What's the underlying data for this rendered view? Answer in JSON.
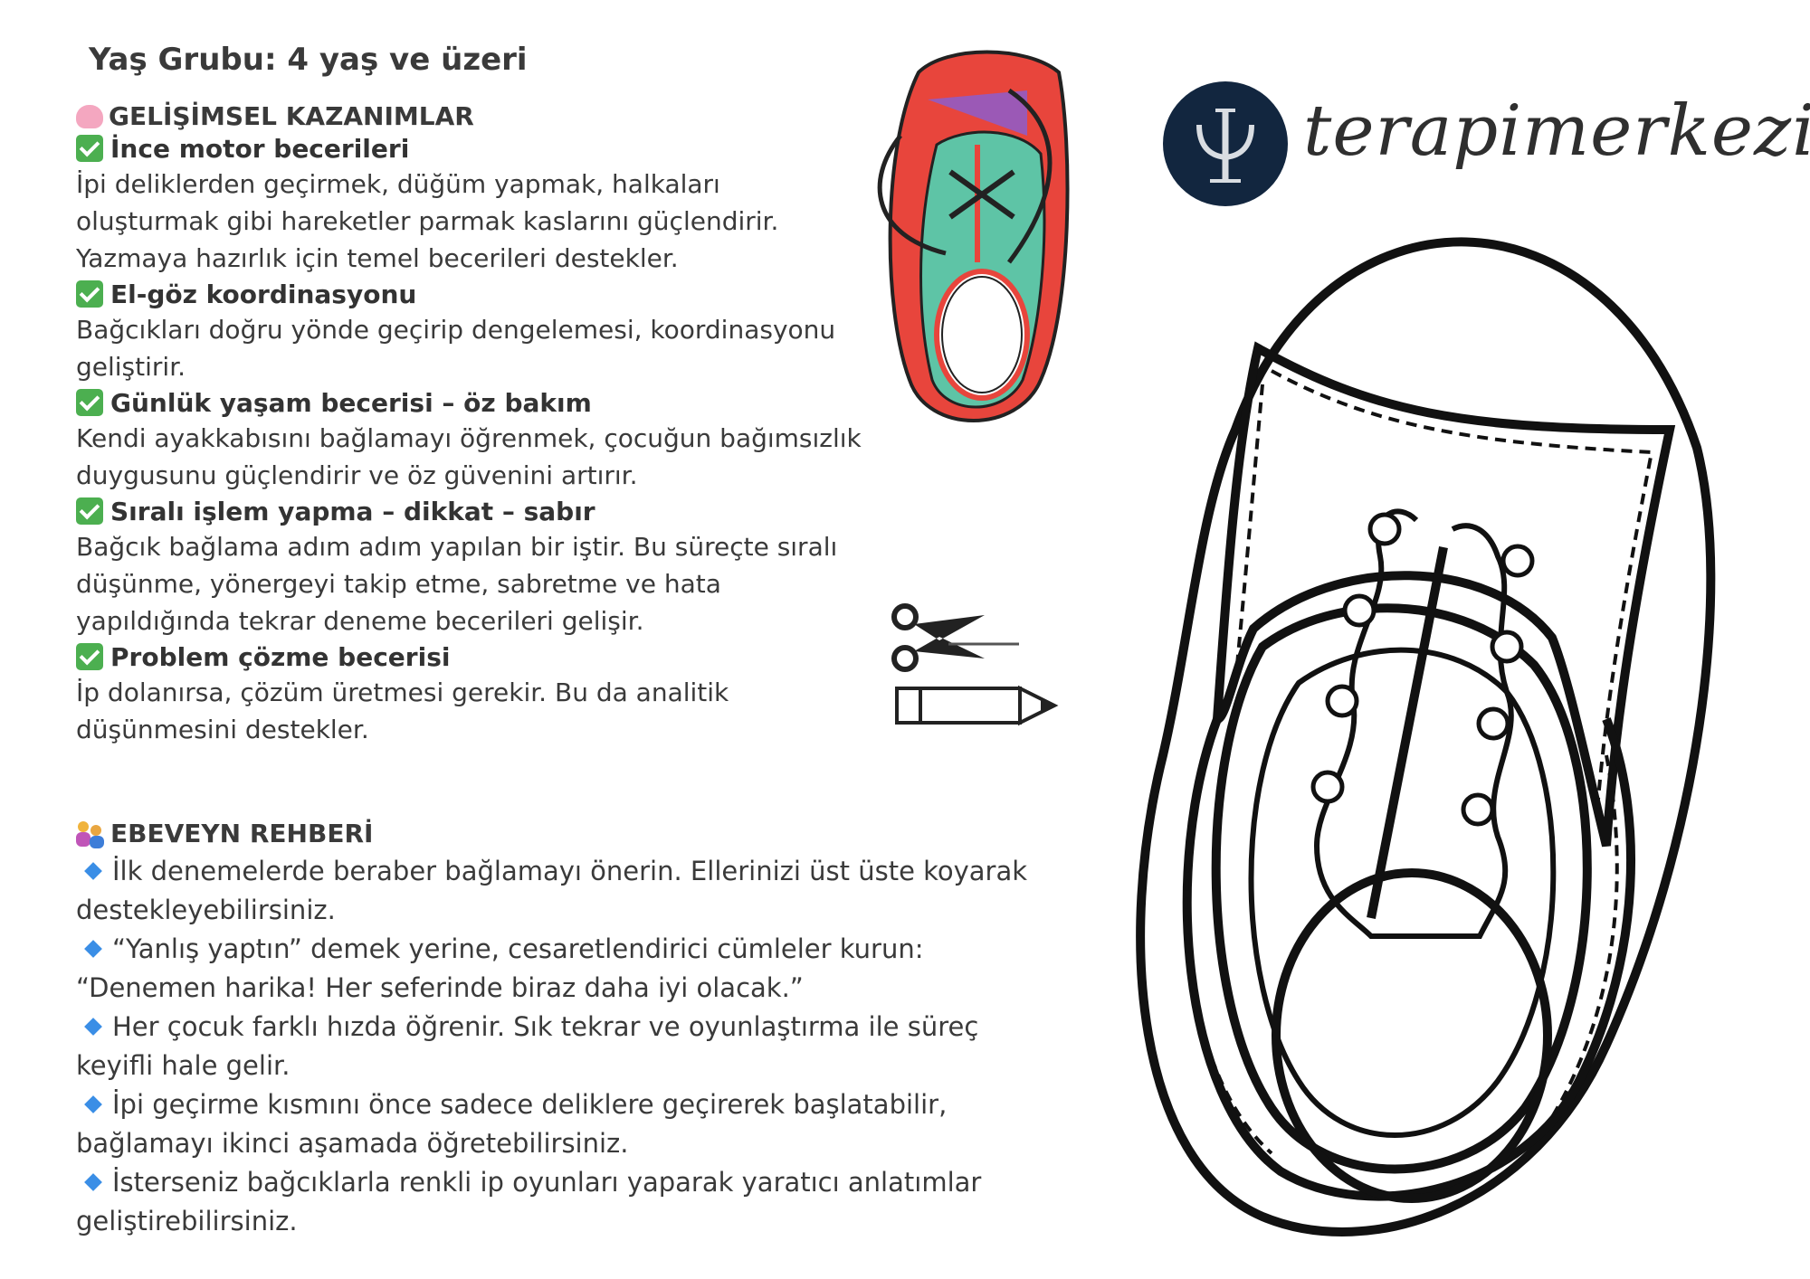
{
  "age_group": "Yaş Grubu: 4 yaş ve üzeri",
  "developmental": {
    "title": "GELİŞİMSEL KAZANIMLAR",
    "icon": "brain-icon",
    "items": [
      {
        "title": "İnce motor becerileri",
        "text": " İpi deliklerden geçirmek, düğüm yapmak, halkaları\noluşturmak gibi hareketler parmak kaslarını güçlendirir.\nYazmaya hazırlık için temel becerileri destekler."
      },
      {
        "title": "El-göz koordinasyonu",
        "text": " Bağcıkları doğru yönde geçirip dengelemesi, koordinasyonu\ngeliştirir."
      },
      {
        "title": "Günlük yaşam becerisi – öz bakım",
        "text": " Kendi ayakkabısını bağlamayı öğrenmek, çocuğun bağımsızlık\nduygusunu güçlendirir ve öz güvenini artırır."
      },
      {
        "title": "Sıralı işlem yapma – dikkat – sabır",
        "text": " Bağcık bağlama adım adım yapılan bir iştir. Bu süreçte sıralı\ndüşünme, yönergeyi takip etme, sabretme ve hata\nyapıldığında tekrar deneme becerileri gelişir."
      },
      {
        "title": "Problem çözme becerisi",
        "text": " İp dolanırsa, çözüm üretmesi gerekir. Bu da analitik\ndüşünmesini destekler."
      }
    ]
  },
  "parent_guide": {
    "title": "EBEVEYN REHBERİ",
    "icon": "family-icon",
    "tips": [
      {
        "first": "İlk denemelerde beraber bağlamayı önerin. Ellerinizi üst üste koyarak",
        "rest": "destekleyebilirsiniz."
      },
      {
        "first": "“Yanlış yaptın” demek yerine, cesaretlendirici cümleler kurun:",
        "rest": "“Denemen harika! Her seferinde biraz daha iyi olacak.”"
      },
      {
        "first": "Her çocuk farklı hızda öğrenir. Sık tekrar ve oyunlaştırma ile süreç",
        "rest": "keyifli hale gelir."
      },
      {
        "first": "İpi geçirme kısmını önce sadece deliklere geçirerek başlatabilir,",
        "rest": "bağlamayı ikinci aşamada öğretebilirsiniz."
      },
      {
        "first": "İsterseniz bağcıklarla renkli ip oyunları yaparak yaratıcı anlatımlar",
        "rest": "geliştirebilirsiniz."
      }
    ]
  },
  "brand": {
    "name": "terapimerkezim",
    "logo_icon": "psi-logo-icon",
    "logo_color": "#12263f"
  },
  "illustrations": {
    "sample_shoe": "colored-shoe-sample-icon",
    "scissors": "scissors-icon",
    "pencil": "pencil-icon",
    "template": "shoe-outline-template"
  },
  "colors": {
    "check": "#4caf50",
    "diamond": "#3a8ee6",
    "text": "#3a3a3a"
  }
}
